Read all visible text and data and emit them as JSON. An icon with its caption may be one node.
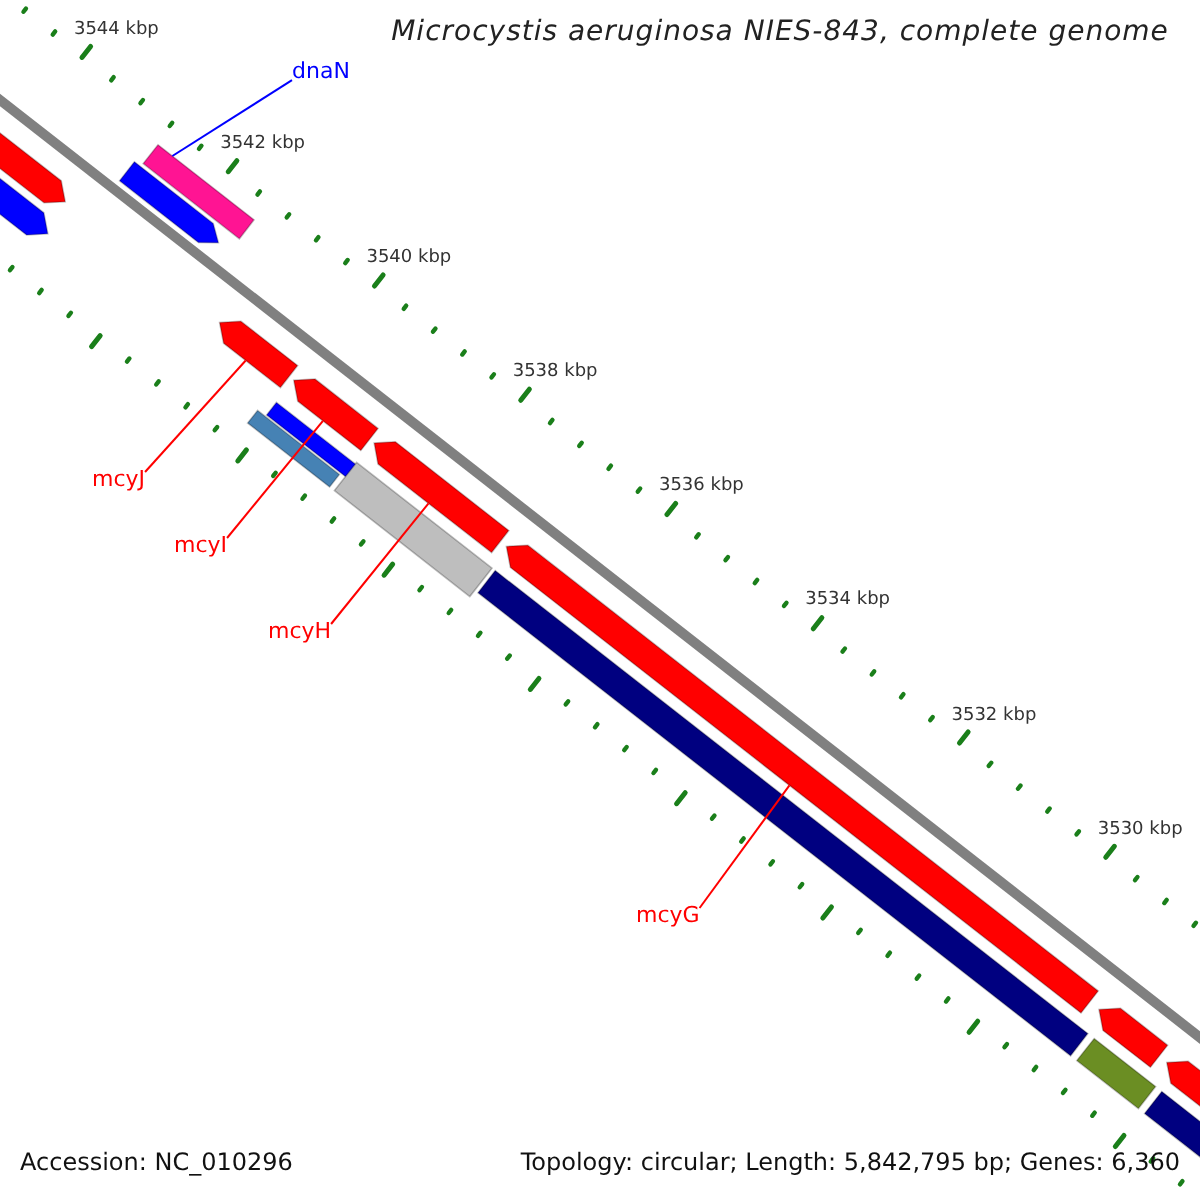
{
  "diagram": {
    "title": "Microcystis aeruginosa NIES-843, complete genome",
    "nodes": [
      {
        "text": [
          "dnaN"
        ]
      },
      {
        "text": [
          "mcyJ"
        ]
      },
      {
        "text": [
          "mcyI"
        ]
      },
      {
        "text": [
          "mcyH"
        ]
      },
      {
        "text": [
          "mcyG"
        ]
      },
      {
        "text": [],
        "shape": "bar"
      },
      {
        "text": [],
        "shape": "bar"
      },
      {
        "text": [],
        "shape": "bar"
      },
      {
        "text": [],
        "shape": "bar"
      },
      {
        "text": [],
        "shape": "bar"
      },
      {
        "text": [],
        "shape": "bar"
      },
      {
        "text": [],
        "shape": "bar"
      },
      {
        "text": [],
        "shape": "bar"
      },
      {
        "text": [],
        "shape": "bar"
      },
      {
        "text": [],
        "shape": "bar"
      },
      {
        "text": [],
        "shape": "bar"
      },
      {
        "text": [],
        "shape": "bar"
      },
      {
        "text": [],
        "shape": "bar"
      },
      {
        "text": [],
        "shape": "bar"
      },
      {
        "text": [],
        "shape": "bar"
      },
      {
        "text": [],
        "shape": "bar"
      }
    ],
    "edges": [
      {
        "from": 0,
        "to": 7,
        "arrow": "none",
        "color": "#0000ff"
      },
      {
        "from": 1,
        "to": 9,
        "arrow": "none"
      },
      {
        "from": 2,
        "to": 12,
        "arrow": "none"
      },
      {
        "from": 3,
        "to": 14,
        "arrow": "none"
      },
      {
        "from": 4,
        "to": 16,
        "arrow": "none"
      }
    ],
    "labels": [
      "3544 kbp",
      "3542 kbp",
      "3540 kbp",
      "3538 kbp",
      "3536 kbp",
      "3534 kbp",
      "3532 kbp",
      "3530 kbp",
      "Accession: NC_010296",
      "Topology: circular; Length: 5,842,795 bp; Genes: 6,360"
    ]
  }
}
